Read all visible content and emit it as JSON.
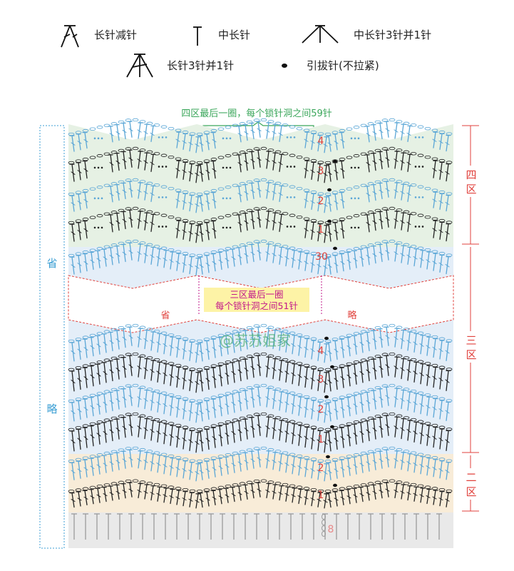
{
  "legend": {
    "dc2tog": "长针减针",
    "hdc": "中长针",
    "hdc3tog": "中长针3针并1针",
    "dc3tog": "长针3针并1针",
    "slst": "引拔针(不拉紧)"
  },
  "annotations": {
    "top_note": "四区最后一圈，每个锁针洞之间59针",
    "mid_note_line1": "三区最后一圈",
    "mid_note_line2": "每个锁针洞之间51针",
    "omit_left": "省",
    "omit_right": "略",
    "left_omit_top": "省",
    "left_omit_bottom": "略",
    "watermark": "@苏苏姐家"
  },
  "zones": {
    "four": "四区",
    "three": "三区",
    "two": "二区"
  },
  "row_numbers": {
    "zone4": [
      "4",
      "3",
      "2",
      "1"
    ],
    "zone3_top": "30",
    "zone3": [
      "4",
      "3",
      "2",
      "1"
    ],
    "zone2": [
      "2",
      "1"
    ],
    "chain": "8"
  },
  "colors": {
    "blue_stitch": "#5aa6d6",
    "black_stitch": "#222222",
    "gray_stitch": "#9a9a9a",
    "red": "#e0413c",
    "green": "#3aa65a",
    "zone4_bg": "#e6f1e4",
    "zone3_bg": "#e4eef8",
    "zone2_bg": "#f8ecd8",
    "base_bg": "#e9e9e9",
    "note_bg": "#fdf3a6",
    "note_text": "#c2188a"
  }
}
